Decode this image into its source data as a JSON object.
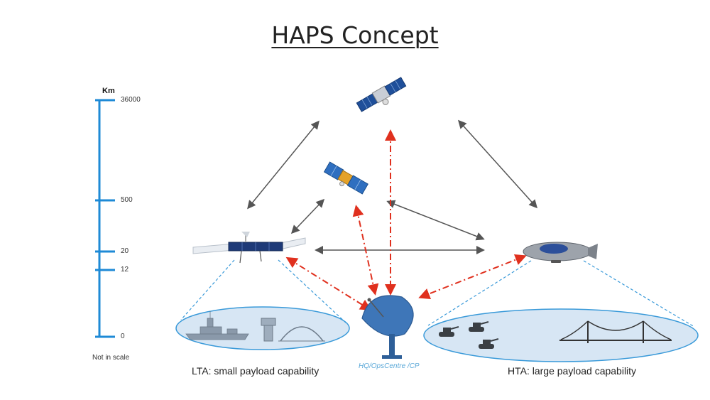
{
  "title": "HAPS Concept",
  "scale": {
    "unit": "Km",
    "ticks": [
      {
        "label": "36000",
        "name": "scale-tick-36000"
      },
      {
        "label": "500",
        "name": "scale-tick-500"
      },
      {
        "label": "20",
        "name": "scale-tick-20"
      },
      {
        "label": "12",
        "name": "scale-tick-12"
      },
      {
        "label": "0",
        "name": "scale-tick-0"
      }
    ],
    "note": "Not in scale"
  },
  "captions": {
    "lta": "LTA: small payload capability",
    "hta": "HTA: large payload capability",
    "hq": "HQ/OpsCentre /CP"
  },
  "colors": {
    "scale": "#1e8ad6",
    "link_gray": "#555555",
    "link_red": "#e0301e",
    "coverage": "#d7e6f4",
    "coverage_edge": "#3a9ad9",
    "dish": "#3e76b8"
  }
}
